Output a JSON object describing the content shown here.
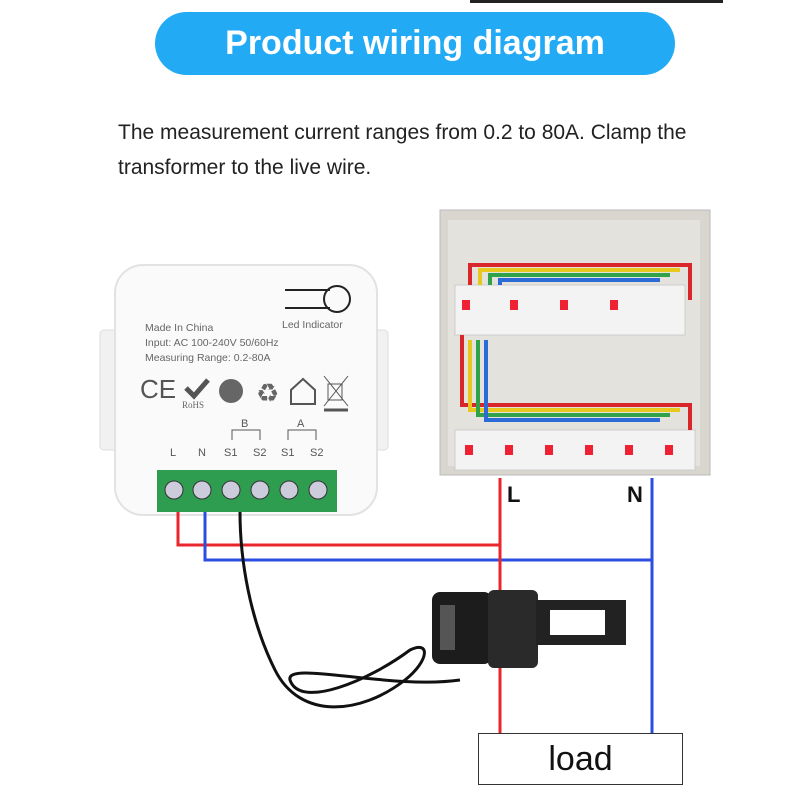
{
  "title": "Product wiring diagram",
  "description": "The measurement current ranges from 0.2 to 80A. Clamp the transformer to the live wire.",
  "module": {
    "led_label": "Led Indicator",
    "made_in": "Made In China",
    "input": "Input: AC 100-240V 50/60Hz",
    "range": "Measuring Range: 0.2-80A",
    "rohs": "RoHS",
    "group_b": "B",
    "group_a": "A",
    "terminals": [
      "L",
      "N",
      "S1",
      "S2",
      "S1",
      "S2"
    ]
  },
  "wires": {
    "live": "L",
    "neutral": "N",
    "live_color": "#e8262b",
    "neutral_color": "#2b4ee0"
  },
  "load": "load",
  "colors": {
    "title_bg": "#22aaf5",
    "terminal_green": "#2f9d4f"
  }
}
